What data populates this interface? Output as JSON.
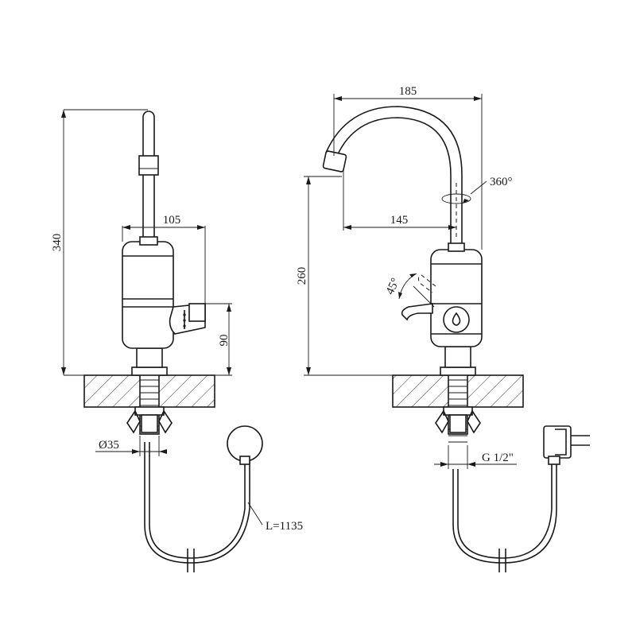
{
  "front_view": {
    "dim_height_total": "340",
    "dim_body_width": "105",
    "dim_body_height": "90",
    "dim_diameter": "Ø35",
    "dim_cable_length": "L=1135"
  },
  "side_view": {
    "dim_spout_reach_total": "185",
    "dim_spout_reach": "145",
    "dim_spout_height": "260",
    "dim_rotation": "360°",
    "dim_lever_angle": "45°",
    "dim_thread": "G 1/2\""
  }
}
